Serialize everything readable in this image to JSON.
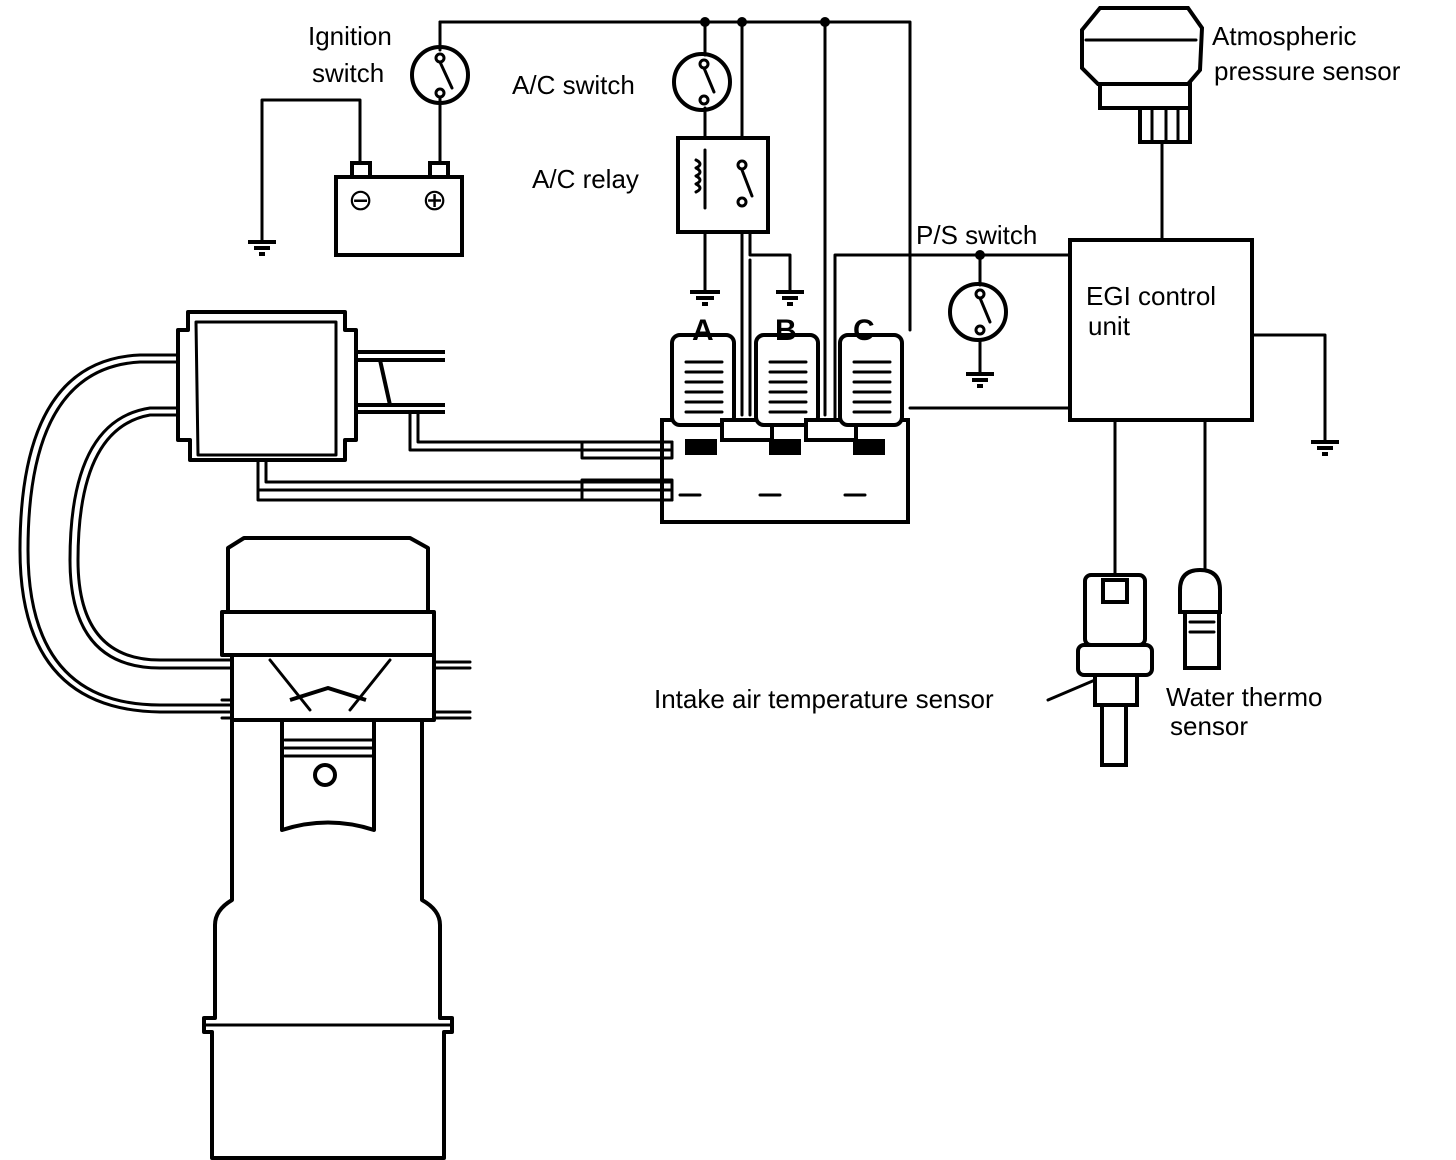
{
  "labels": {
    "ignition_switch_line1": "Ignition",
    "ignition_switch_line2": "switch",
    "ac_switch": "A/C switch",
    "ac_relay": "A/C relay",
    "atmospheric_line1": "Atmospheric",
    "atmospheric_line2": "pressure sensor",
    "ps_switch": "P/S switch",
    "egi_line1": "EGI control",
    "egi_line2": "unit",
    "intake_air_sensor": "Intake air temperature sensor",
    "water_thermo_line1": "Water thermo",
    "water_thermo_line2": "sensor",
    "solenoid_a": "A",
    "solenoid_b": "B",
    "solenoid_c": "C"
  },
  "icons": {
    "battery_negative": "⊖",
    "battery_positive": "⊕"
  }
}
